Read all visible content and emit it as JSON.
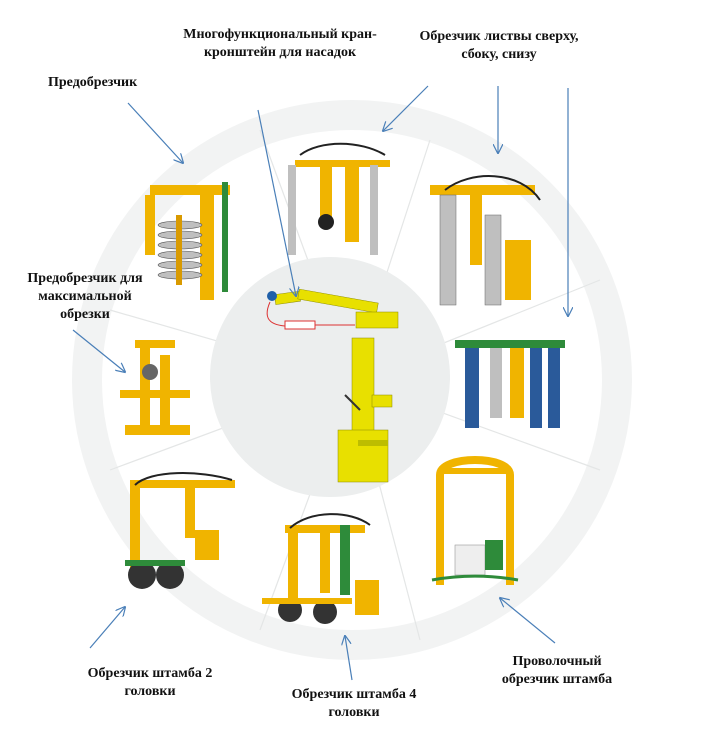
{
  "labels": {
    "pre_trimmer": "Предобрезчик",
    "crane_line1": "Многофункциональный кран-",
    "crane_line2": "кронштейн для насадок",
    "leaf_line1": "Обрезчик листвы сверху,",
    "leaf_line2": "сбоку, снизу",
    "max_pre_line1": "Предобрезчик для",
    "max_pre_line2": "максимальной",
    "max_pre_line3": "обрезки",
    "trunk2_line1": "Обрезчик штамба 2",
    "trunk2_line2": "головки",
    "trunk4_line1": "Обрезчик штамба 4",
    "trunk4_line2": "головки",
    "wire_line1": "Проволочный",
    "wire_line2": "обрезчик штамба"
  },
  "colors": {
    "arrow": "#4a7fb8",
    "machine_yellow": "#f0b400",
    "machine_green": "#2e8b3a",
    "crane_yellow": "#e8e000",
    "circle": "#eceeee"
  }
}
